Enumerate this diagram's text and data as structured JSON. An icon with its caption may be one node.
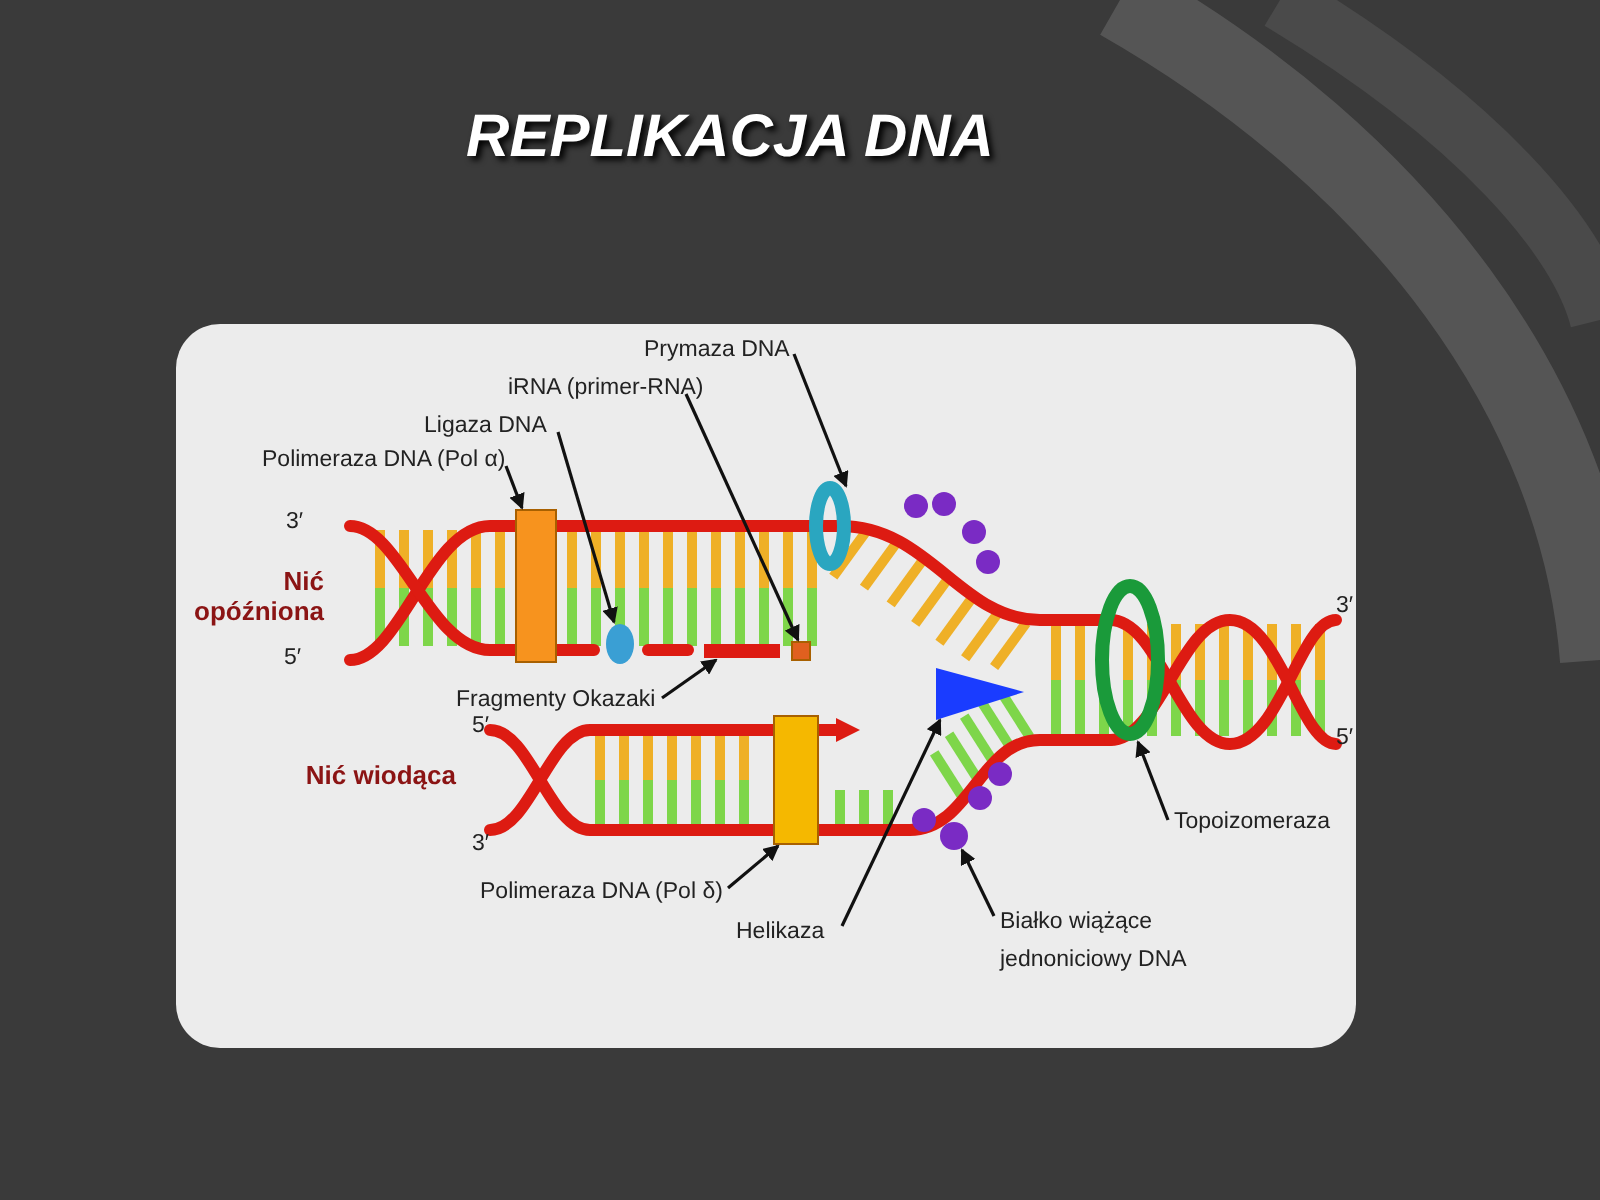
{
  "diagram": {
    "title": "REPLIKACJA DNA",
    "nodes": [
      {
        "text": [
          "Prymaza DNA"
        ]
      },
      {
        "text": [],
        "shape": "ring"
      },
      {
        "text": [
          "iRNA (primer-RNA)"
        ]
      },
      {
        "text": [],
        "shape": "box"
      },
      {
        "text": [
          "Ligaza DNA"
        ]
      },
      {
        "text": [],
        "shape": "circle"
      },
      {
        "text": [
          "Polimeraza DNA (Pol α)"
        ]
      },
      {
        "text": [],
        "shape": "box"
      },
      {
        "text": [
          "Fragmenty Okazaki"
        ]
      },
      {
        "text": [],
        "shape": "bar"
      },
      {
        "text": [
          "Polimeraza DNA (Pol δ)"
        ]
      },
      {
        "text": [],
        "shape": "box"
      },
      {
        "text": [
          "Helikaza"
        ]
      },
      {
        "text": [],
        "shape": "triangle"
      },
      {
        "text": [
          "Białko wiążące jednoniciowy DNA"
        ]
      },
      {
        "text": [],
        "shape": "circle"
      },
      {
        "text": [
          "Topoizomeraza"
        ]
      },
      {
        "text": [],
        "shape": "ring"
      }
    ],
    "edges": [
      {
        "from": 0,
        "to": 1,
        "arrow": "to"
      },
      {
        "from": 2,
        "to": 3,
        "arrow": "to"
      },
      {
        "from": 4,
        "to": 5,
        "arrow": "to"
      },
      {
        "from": 6,
        "to": 7,
        "arrow": "to"
      },
      {
        "from": 8,
        "to": 9,
        "arrow": "to"
      },
      {
        "from": 10,
        "to": 11,
        "arrow": "to"
      },
      {
        "from": 12,
        "to": 13,
        "arrow": "to"
      },
      {
        "from": 14,
        "to": 15,
        "arrow": "to"
      },
      {
        "from": 16,
        "to": 17,
        "arrow": "to"
      }
    ],
    "labels": [
      "3′",
      "3′",
      "Nić opóźniona",
      "5′",
      "5′",
      "5′",
      "Nić wiodąca",
      "3′"
    ]
  }
}
